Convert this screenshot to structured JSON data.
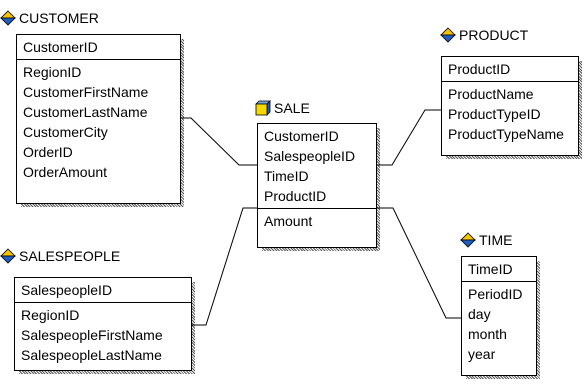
{
  "entities": {
    "customer": {
      "name": "CUSTOMER",
      "icon": "diamond-table-icon",
      "key": [
        "CustomerID"
      ],
      "attributes": [
        "RegionID",
        "CustomerFirstName",
        "CustomerLastName",
        "CustomerCity",
        "OrderID",
        "OrderAmount"
      ]
    },
    "product": {
      "name": "PRODUCT",
      "icon": "diamond-table-icon",
      "key": [
        "ProductID"
      ],
      "attributes": [
        "ProductName",
        "ProductTypeID",
        "ProductTypeName"
      ]
    },
    "sale": {
      "name": "SALE",
      "icon": "cube-table-icon",
      "key": [
        "CustomerID",
        "SalespeopleID",
        "TimeID",
        "ProductID"
      ],
      "attributes": [
        "Amount"
      ]
    },
    "salespeople": {
      "name": "SALESPEOPLE",
      "icon": "diamond-table-icon",
      "key": [
        "SalespeopleID"
      ],
      "attributes": [
        "RegionID",
        "SalespeopleFirstName",
        "SalespeopleLastName"
      ]
    },
    "time": {
      "name": "TIME",
      "icon": "diamond-table-icon",
      "key": [
        "TimeID"
      ],
      "attributes": [
        "PeriodID",
        "day",
        "month",
        "year"
      ]
    }
  },
  "relationships": [
    {
      "from": "customer",
      "to": "sale"
    },
    {
      "from": "product",
      "to": "sale"
    },
    {
      "from": "salespeople",
      "to": "sale"
    },
    {
      "from": "time",
      "to": "sale"
    }
  ],
  "colors": {
    "diamond_top": "#f5c400",
    "diamond_bottom": "#1f5fbf",
    "cube_face": "#f5d800",
    "cube_side": "#1f5fbf"
  }
}
